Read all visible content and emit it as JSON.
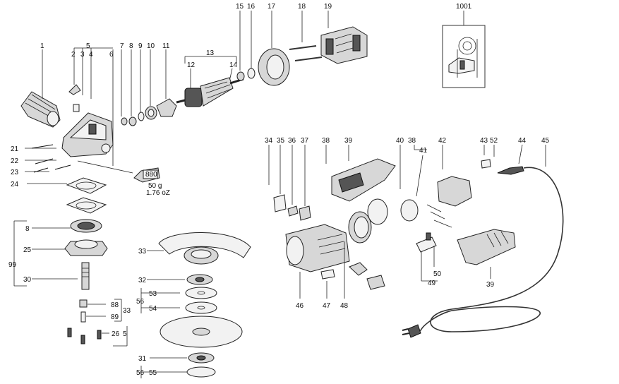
{
  "callouts": [
    "1",
    "2",
    "3",
    "4",
    "5",
    "6",
    "7",
    "8",
    "9",
    "10",
    "11",
    "12",
    "13",
    "14",
    "15",
    "16",
    "17",
    "18",
    "19",
    "1001",
    "21",
    "22",
    "23",
    "24",
    "8",
    "25",
    "99",
    "30",
    "33",
    "32",
    "53",
    "54",
    "56",
    "88",
    "89",
    "33",
    "26",
    "5",
    "31",
    "55",
    "56",
    "34",
    "35",
    "36",
    "37",
    "38",
    "39",
    "40",
    "38",
    "41",
    "42",
    "43",
    "52",
    "44",
    "45",
    "46",
    "47",
    "48",
    "50",
    "49",
    "39"
  ],
  "grease": {
    "code": "880",
    "qty_metric": "50 g",
    "qty_imperial": "1.76 oZ"
  }
}
